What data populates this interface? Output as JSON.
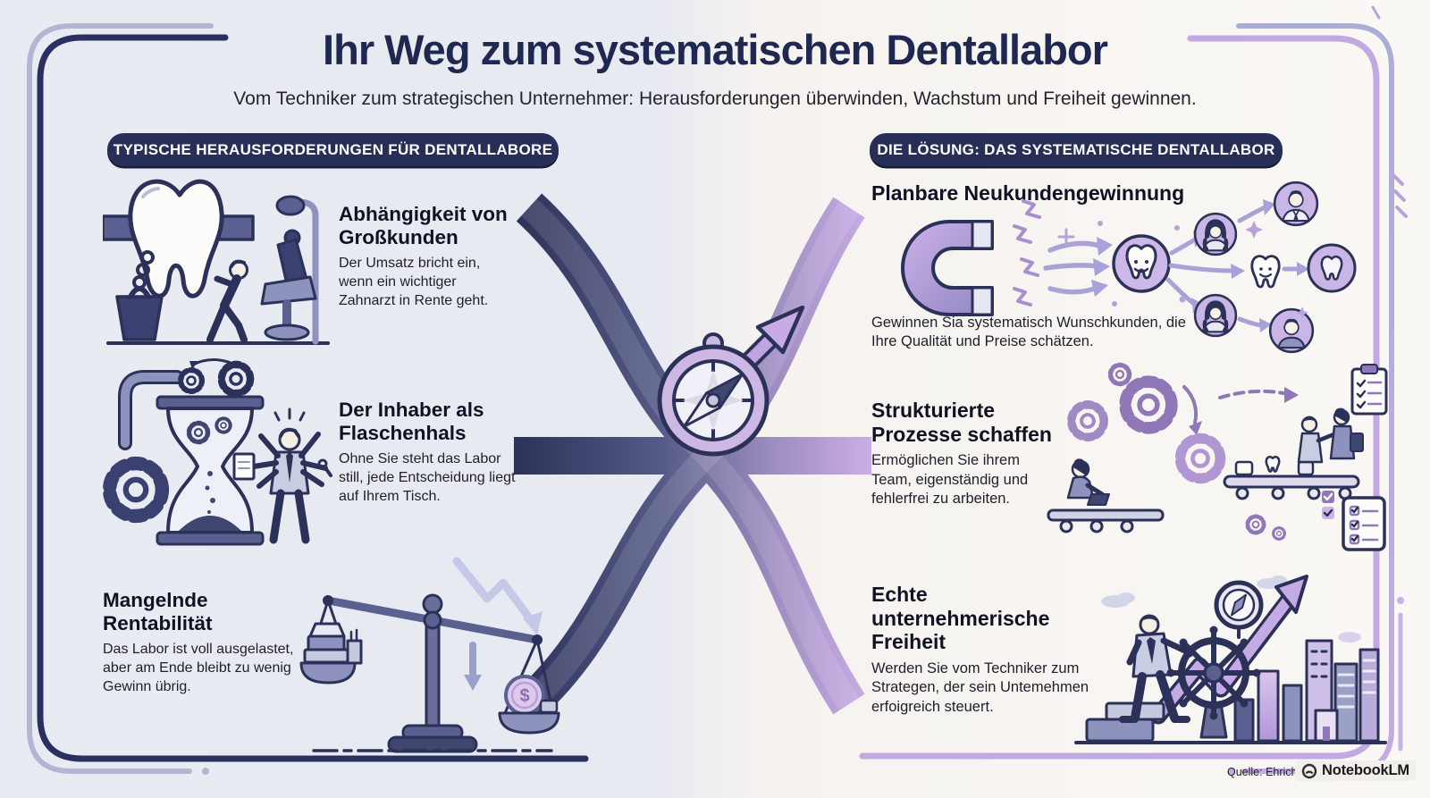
{
  "infographic": {
    "title": "Ihr Weg zum systematischen Dentallabor",
    "subtitle": "Vom Techniker zum strategischen Unternehmer: Herausforderungen überwinden, Wachstum und Freiheit gewinnen."
  },
  "challenges": {
    "header": "TYPISCHE HERAUSFORDERUNGEN FÜR DENTALLABORE",
    "items": [
      {
        "title": "Abhängigkeit von Großkunden",
        "body": "Der Umsatz bricht ein, wenn ein wichtiger Zahnarzt in Rente geht.",
        "icon": "tooth-chained-to-weight-illustration"
      },
      {
        "title": "Der Inhaber als Flaschenhals",
        "body": "Ohne Sie steht das Labor still, jede Entscheidung liegt auf Ihrem Tisch.",
        "icon": "hourglass-gears-overworked-owner-illustration"
      },
      {
        "title": "Mangelnde Rentabilität",
        "body": "Das Labor ist voll ausgelastet, aber am Ende bleibt zu wenig Gewinn übrig.",
        "icon": "unbalanced-scale-illustration"
      }
    ]
  },
  "solutions": {
    "header": "DIE LÖSUNG: DAS SYSTEMATISCHE DENTALLABOR",
    "items": [
      {
        "title": "Planbare Neukundengewinnung",
        "body": "Gewinnen Sia systematisch Wunschkunden, die Ihre Qualität und Preise schätzen.",
        "icon": "magnet-attracting-patients-illustration"
      },
      {
        "title": "Strukturierte Prozesse schaffen",
        "body": "Ermöglichen Sie ihrem Team, eigenständig und fehlerfrei zu arbeiten.",
        "icon": "gears-team-workflow-illustration"
      },
      {
        "title": "Echte unternehmerische Freiheit",
        "body": "Werden Sie vom Techniker zum Strategen, der sein Untemehmen erfoigreich steuert.",
        "icon": "captain-at-helm-growth-illustration"
      }
    ]
  },
  "center": {
    "icon": "compass-crossroads-arrow",
    "coin_symbol": "$"
  },
  "footer": {
    "source": "Quelle: Ehrich",
    "brand": "NotebookLM"
  },
  "colors": {
    "navy": "#272f58",
    "purple": "#c3a9e2",
    "periwinkle": "#a9aed6",
    "left_bg": "#e9ebf3",
    "right_bg": "#faf8f4",
    "title": "#1f2851"
  }
}
